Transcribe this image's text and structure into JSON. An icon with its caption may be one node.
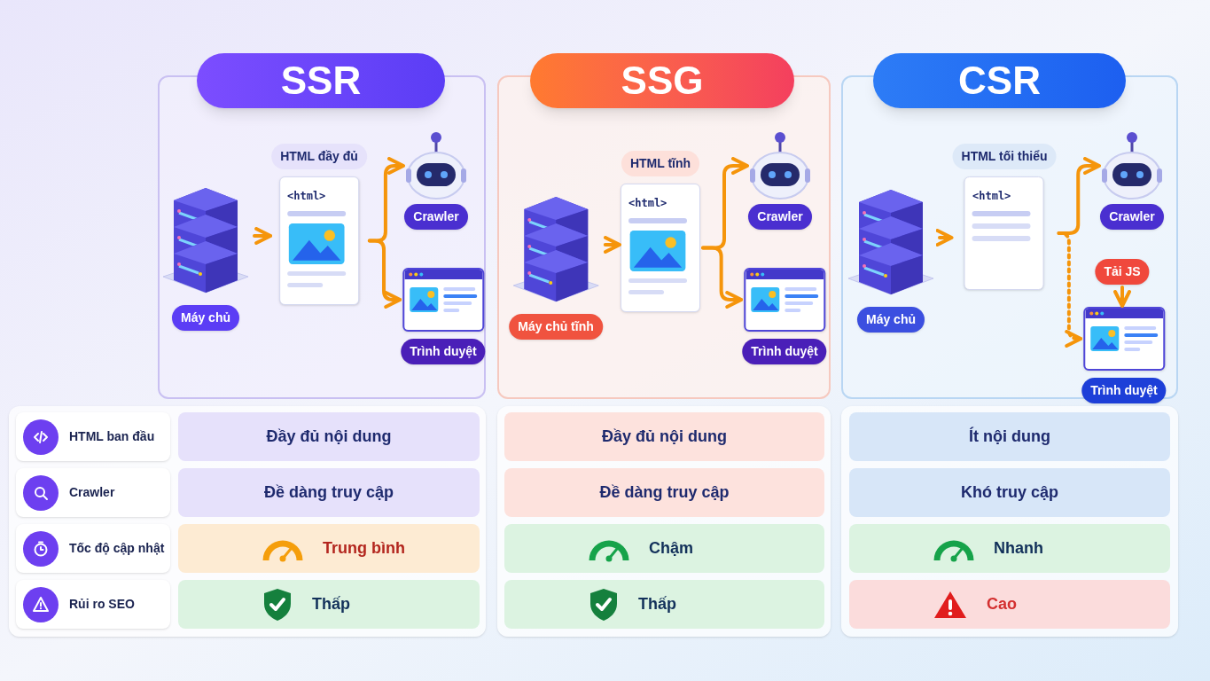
{
  "diagram": {
    "nodes": [
      {
        "text": [
          "SSR"
        ]
      },
      {
        "text": [
          "Máy chủ"
        ],
        "in": 0
      },
      {
        "text": [
          "HTML đầy đủ",
          "<html>"
        ],
        "in": 0
      },
      {
        "text": [
          "Crawler"
        ],
        "in": 0
      },
      {
        "text": [
          "Trình duyệt"
        ],
        "in": 0
      },
      {
        "text": [
          "SSG"
        ]
      },
      {
        "text": [
          "Máy chủ tĩnh"
        ],
        "in": 5
      },
      {
        "text": [
          "HTML tĩnh",
          "<html>"
        ],
        "in": 5
      },
      {
        "text": [
          "Crawler"
        ],
        "in": 5
      },
      {
        "text": [
          "Trình duyệt"
        ],
        "in": 5
      },
      {
        "text": [
          "CSR"
        ]
      },
      {
        "text": [
          "Máy chủ"
        ],
        "in": 10
      },
      {
        "text": [
          "HTML tối thiểu",
          "<html>"
        ],
        "in": 10
      },
      {
        "text": [
          "Crawler"
        ],
        "in": 10
      },
      {
        "text": [
          "Tải JS"
        ],
        "in": 10
      },
      {
        "text": [
          "Trình duyệt"
        ],
        "in": 10
      }
    ],
    "edges": [
      {
        "from": 1,
        "to": 2,
        "arrow": "to"
      },
      {
        "from": 2,
        "to": 3,
        "arrow": "to"
      },
      {
        "from": 2,
        "to": 4,
        "arrow": "to"
      },
      {
        "from": 6,
        "to": 7,
        "arrow": "to"
      },
      {
        "from": 7,
        "to": 8,
        "arrow": "to"
      },
      {
        "from": 7,
        "to": 9,
        "arrow": "to"
      },
      {
        "from": 11,
        "to": 12,
        "arrow": "to"
      },
      {
        "from": 12,
        "to": 13,
        "arrow": "to"
      },
      {
        "from": 12,
        "to": 15,
        "arrow": "to",
        "style": "dashed"
      },
      {
        "from": 14,
        "to": 15,
        "arrow": "to"
      }
    ],
    "labels": [
      "HTML ban đầu",
      "Đầy đủ nội dung",
      "Đầy đủ nội dung",
      "Ít nội dung",
      "Crawler",
      "Đề dàng truy cập",
      "Đề dàng truy cập",
      "Khó truy cập",
      "Tốc độ cập nhật",
      "Trung bình",
      "Chậm",
      "Nhanh",
      "Rủi ro SEO",
      "Thấp",
      "Thấp",
      "Cao"
    ]
  }
}
